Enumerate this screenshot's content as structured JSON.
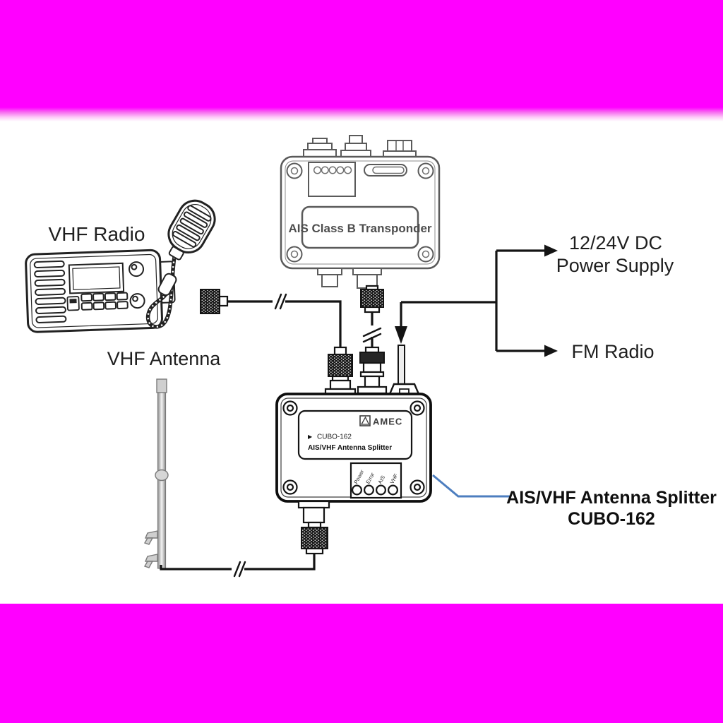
{
  "colors": {
    "magenta": "#ff00ff",
    "callout_line": "#4d7ebf",
    "diagram_ink": "#141414"
  },
  "labels": {
    "vhf_radio": "VHF Radio",
    "vhf_antenna": "VHF Antenna",
    "power_supply_line1": "12/24V DC",
    "power_supply_line2": "Power Supply",
    "fm_radio": "FM Radio"
  },
  "callout": {
    "line1": "AIS/VHF Antenna Splitter",
    "line2": "CUBO-162"
  },
  "transponder": {
    "label": "AIS Class B Transponder"
  },
  "splitter": {
    "brand": "AMEC",
    "bullet": "▶",
    "model": "CUBO-162",
    "product": "AIS/VHF Antenna Splitter",
    "leds": [
      "Power",
      "Error",
      "AIS",
      "VHF"
    ]
  }
}
